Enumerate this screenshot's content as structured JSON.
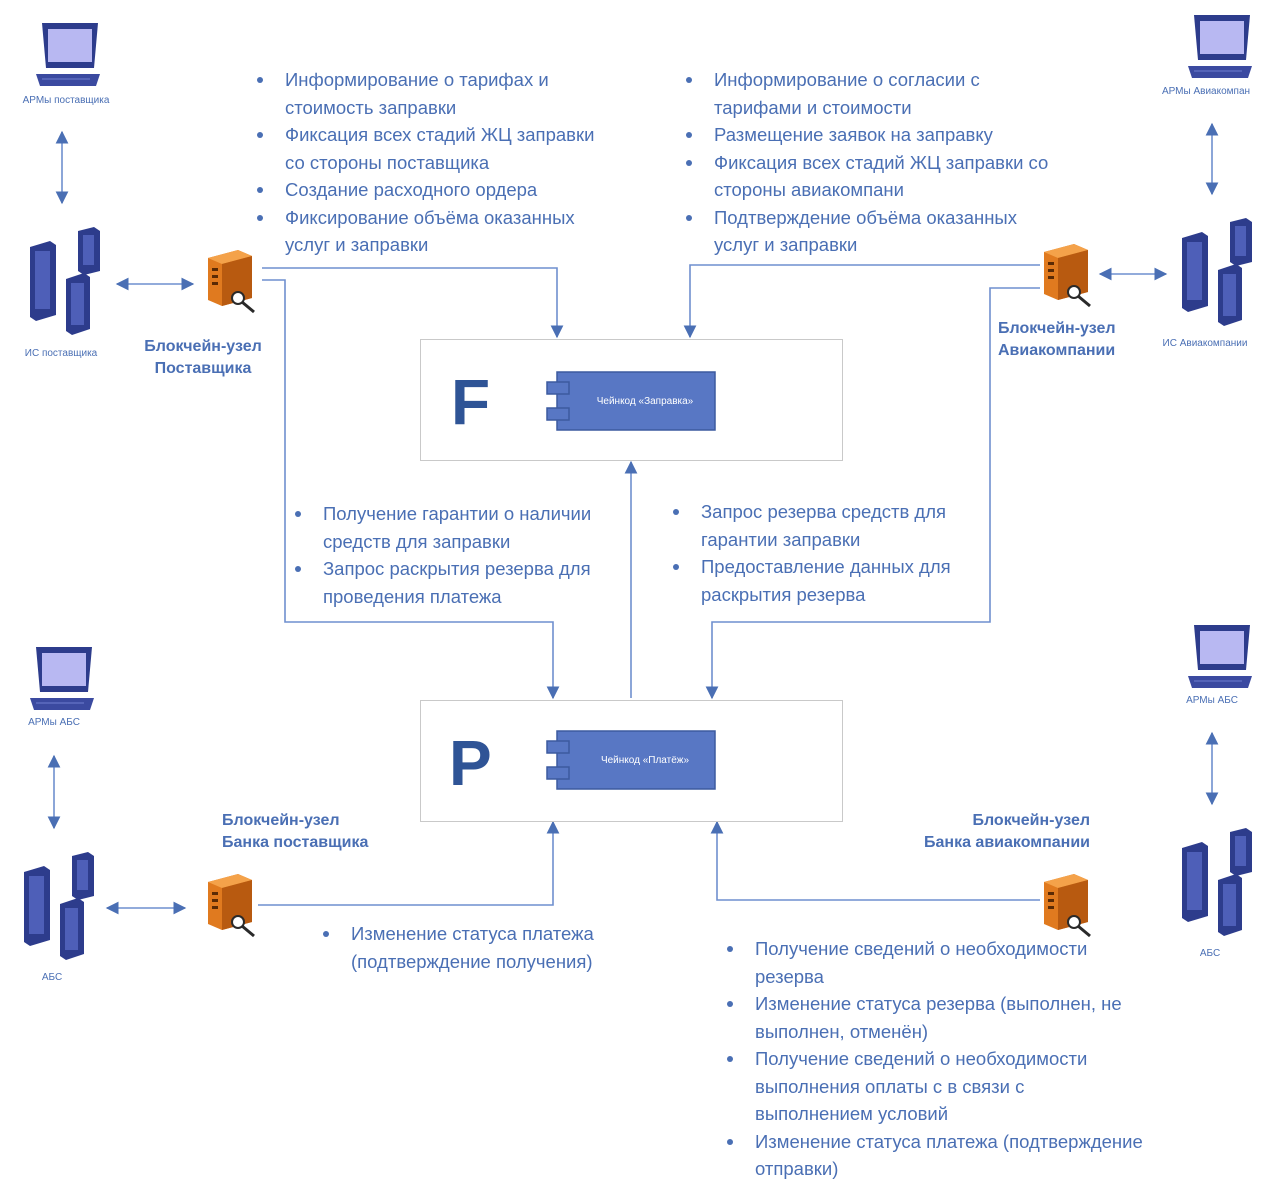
{
  "workstations": {
    "supplier_arm": "АРМы поставщика",
    "airline_arm": "АРМы Авиакомпан",
    "abs_arm_left": "АРМы АБС",
    "abs_arm_right": "АРМы АБС"
  },
  "systems": {
    "supplier_is": "ИС поставщика",
    "airline_is": "ИС Авиакомпании",
    "abs_left": "АБС",
    "abs_right": "АБС"
  },
  "nodes": {
    "supplier": {
      "line1": "Блокчейн-узел",
      "line2": "Поставщика"
    },
    "airline": {
      "line1": "Блокчейн-узел",
      "line2": "Авиакомпании"
    },
    "supplier_bank": {
      "line1": "Блокчейн-узел",
      "line2": "Банка поставщика"
    },
    "airline_bank": {
      "line1": "Блокчейн-узел",
      "line2": "Банка авиакомпании"
    }
  },
  "contracts": {
    "fuel": {
      "letter": "F",
      "chaincode": "Чейнкод «Заправка»"
    },
    "payment": {
      "letter": "P",
      "chaincode": "Чейнкод «Платёж»"
    }
  },
  "notes": {
    "supplier_top": [
      "Информирование о тарифах и стоимость заправки",
      "Фиксация всех стадий ЖЦ заправки со стороны поставщика",
      "Создание расходного ордера",
      "Фиксирование объёма оказанных услуг и заправки"
    ],
    "airline_top": [
      "Информирование о согласии с тарифами и стоимости",
      "Размещение заявок на заправку",
      "Фиксация всех стадий ЖЦ заправки со стороны авиакомпани",
      "Подтверждение объёма оказанных услуг и заправки"
    ],
    "supplier_middle": [
      "Получение гарантии о наличии средств для заправки",
      "Запрос раскрытия резерва для проведения платежа"
    ],
    "airline_middle": [
      "Запрос резерва средств для гарантии заправки",
      "Предоставление данных для раскрытия резерва"
    ],
    "supplier_bank": [
      "Изменение статуса платежа (подтверждение получения)"
    ],
    "airline_bank": [
      "Получение сведений о необходимости резерва",
      "Изменение статуса резерва (выполнен, не выполнен, отменён)",
      "Получение сведений о необходимости выполнения оплаты с в связи с выполнением условий",
      "Изменение статуса платежа (подтверждение отправки)"
    ]
  }
}
